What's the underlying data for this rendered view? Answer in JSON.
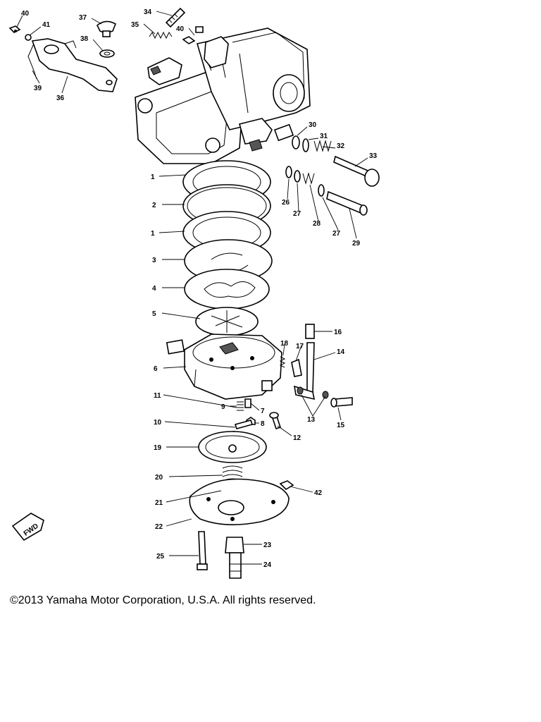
{
  "callouts": [
    "40",
    "41",
    "39",
    "36",
    "37",
    "38",
    "34",
    "35",
    "40",
    "30",
    "31",
    "32",
    "33",
    "26",
    "27",
    "28",
    "27",
    "29",
    "1",
    "2",
    "1",
    "3",
    "4",
    "5",
    "6",
    "16",
    "18",
    "17",
    "14",
    "11",
    "9",
    "7",
    "8",
    "10",
    "12",
    "13",
    "15",
    "19",
    "20",
    "21",
    "22",
    "42",
    "23",
    "25",
    "24"
  ],
  "fwd_label": "FWD",
  "copyright": "©2013 Yamaha Motor Corporation, U.S.A. All rights reserved."
}
